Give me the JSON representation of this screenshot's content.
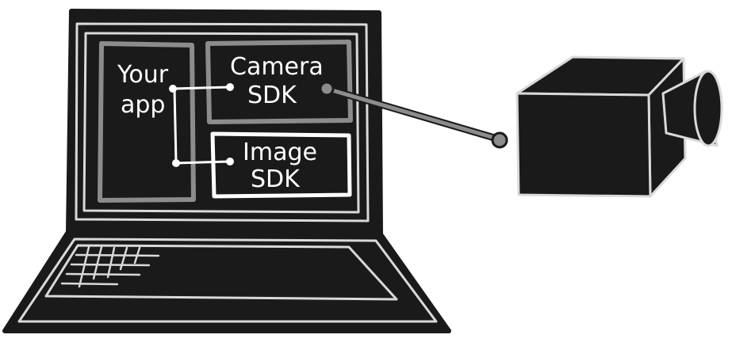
{
  "boxes": {
    "your_app": {
      "line1": "Your",
      "line2": "app"
    },
    "camera_sdk": {
      "line1": "Camera",
      "line2": "SDK"
    },
    "image_sdk": {
      "line1": "Image",
      "line2": "SDK"
    }
  },
  "colors": {
    "ink": "#1a1a1a",
    "outline_light": "#d9d9d9",
    "outline_gray": "#8c8c8c",
    "cable": "#8c8c8c",
    "text": "#ffffff",
    "background": "#ffffff"
  },
  "icons": {
    "laptop": "laptop-icon",
    "camera": "camera-icon"
  }
}
